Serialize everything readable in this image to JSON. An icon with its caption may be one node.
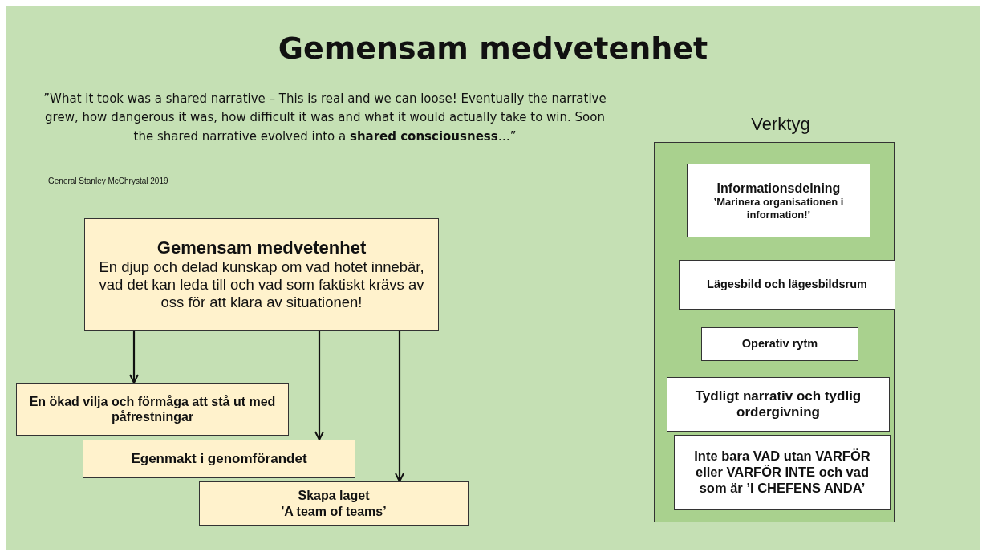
{
  "diagram": {
    "title": "Gemensam medvetenhet",
    "nodes": [
      {
        "text": [
          "Gemensam medvetenhet",
          "En djup och delad kunskap om vad hotet innebär, vad det kan leda till och vad som faktiskt krävs av oss för att klara av situationen!"
        ]
      },
      {
        "text": [
          "En ökad vilja och förmåga att stå ut med påfrestningar"
        ]
      },
      {
        "text": [
          "Egenmakt i genomförandet"
        ]
      },
      {
        "text": [
          "Skapa laget",
          "'A team of teams’"
        ]
      },
      {
        "text": [
          "Verktyg"
        ]
      },
      {
        "text": [
          "Informationsdelning",
          "’Marinera organisationen i information!’"
        ],
        "in": 4
      },
      {
        "text": [
          "Lägesbild och lägesbildsrum"
        ],
        "in": 4
      },
      {
        "text": [
          "Operativ rytm"
        ],
        "in": 4
      },
      {
        "text": [
          "Tydligt narrativ och tydlig ordergivning"
        ],
        "in": 4
      },
      {
        "text": [
          "Inte bara VAD utan VARFÖR eller VARFÖR INTE och vad som är ’I CHEFENS ANDA’"
        ],
        "in": 4
      }
    ],
    "edges": [
      {
        "from": 0,
        "to": 1,
        "arrow": "to"
      },
      {
        "from": 0,
        "to": 2,
        "arrow": "to"
      },
      {
        "from": 0,
        "to": 3,
        "arrow": "to"
      }
    ],
    "labels": [
      "”What it took was a shared narrative – This is real and we can loose! Eventually the narrative grew, how dangerous it was, how difficult it was and what it would actually take to win. Soon the shared narrative evolved into a **shared consciousness**…”",
      "General Stanley McChrystal 2019"
    ]
  }
}
